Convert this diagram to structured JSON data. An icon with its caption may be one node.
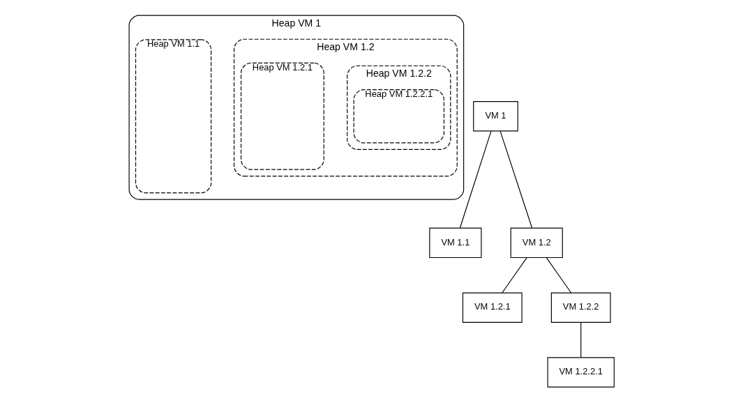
{
  "diagram": {
    "nodes": [
      {
        "text": [
          "Heap VM 1"
        ]
      },
      {
        "text": [
          "Heap VM 1.1"
        ],
        "in": 0
      },
      {
        "text": [
          "Heap VM 1.2"
        ],
        "in": 0
      },
      {
        "text": [
          "Heap VM 1.2.1"
        ],
        "in": 2
      },
      {
        "text": [
          "Heap VM 1.2.2"
        ],
        "in": 2
      },
      {
        "text": [
          "Heap VM 1.2.2.1"
        ],
        "in": 4
      },
      {
        "text": [
          "VM 1"
        ]
      },
      {
        "text": [
          "VM 1.1"
        ]
      },
      {
        "text": [
          "VM 1.2"
        ]
      },
      {
        "text": [
          "VM 1.2.1"
        ]
      },
      {
        "text": [
          "VM 1.2.2"
        ]
      },
      {
        "text": [
          "VM 1.2.2.1"
        ]
      }
    ],
    "edges": [
      {
        "from": 6,
        "to": 7,
        "arrow": "none"
      },
      {
        "from": 6,
        "to": 8,
        "arrow": "none"
      },
      {
        "from": 8,
        "to": 9,
        "arrow": "none"
      },
      {
        "from": 8,
        "to": 10,
        "arrow": "none"
      },
      {
        "from": 10,
        "to": 11,
        "arrow": "none"
      }
    ]
  }
}
